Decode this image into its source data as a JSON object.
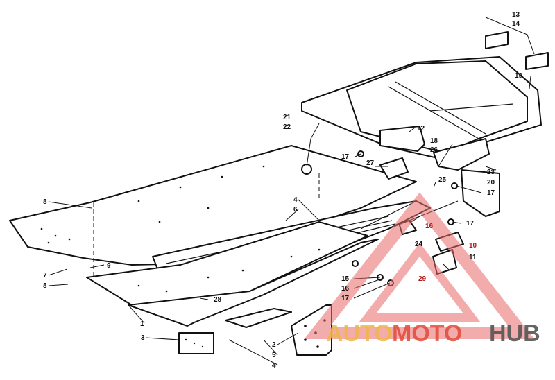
{
  "diagram": {
    "callouts": [
      "1",
      "2",
      "3",
      "4",
      "4",
      "5",
      "6",
      "7",
      "8",
      "8",
      "9",
      "10",
      "11",
      "12",
      "13",
      "14",
      "15",
      "16",
      "16",
      "17",
      "17",
      "17",
      "17",
      "18",
      "19",
      "20",
      "21",
      "22",
      "23",
      "24",
      "25",
      "26",
      "27",
      "28",
      "29"
    ]
  },
  "watermark": {
    "part1": "AUTO",
    "part2": "MOTO",
    "part3": "HUB",
    "color_triangle": "#e86a6a",
    "color_auto": "#f0b64a",
    "color_moto": "#e24a3a",
    "color_hub": "#555555"
  }
}
